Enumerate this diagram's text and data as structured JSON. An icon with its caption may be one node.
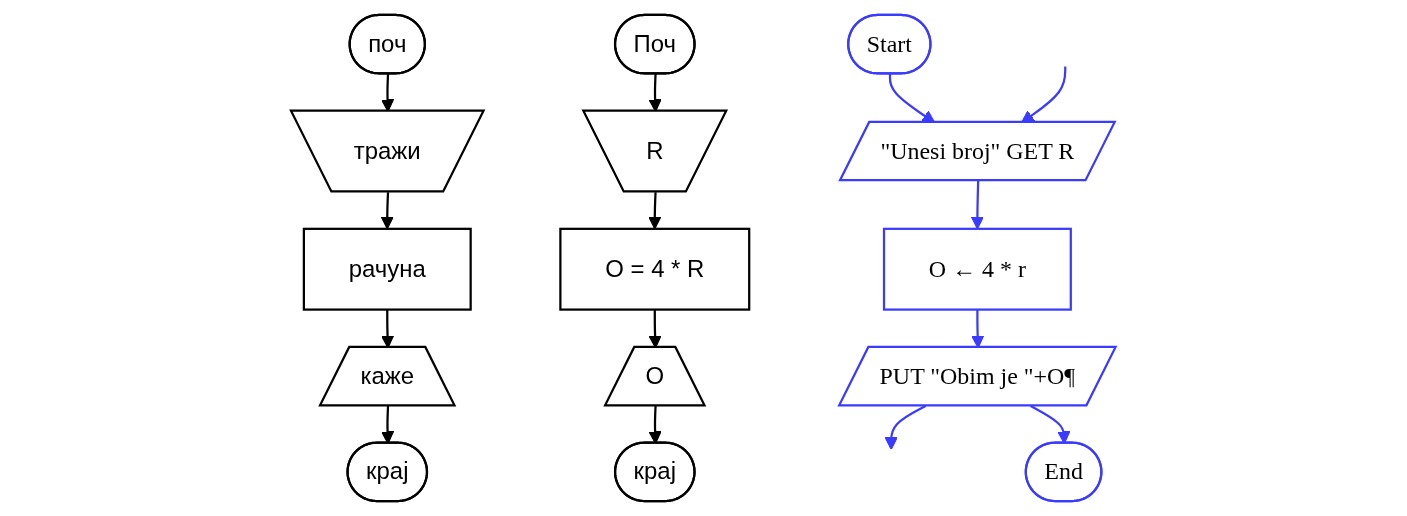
{
  "diagram": {
    "nodes": [
      {
        "text": [
          "поч"
        ]
      },
      {
        "text": [
          "тражи"
        ]
      },
      {
        "text": [
          "рачуна"
        ]
      },
      {
        "text": [
          "каже"
        ]
      },
      {
        "text": [
          "крај"
        ]
      },
      {
        "text": [
          "Поч"
        ]
      },
      {
        "text": [
          "R"
        ]
      },
      {
        "text": [
          "O = 4 * R"
        ]
      },
      {
        "text": [
          "O"
        ]
      },
      {
        "text": [
          "крај"
        ]
      },
      {
        "text": [
          "Start"
        ]
      },
      {
        "text": [
          "\"Unesi broj\" GET R"
        ]
      },
      {
        "text": [
          "O ← 4 * r"
        ]
      },
      {
        "text": [
          "PUT \"Obim je \"+O¶"
        ]
      },
      {
        "text": [
          "End"
        ]
      }
    ],
    "edges": [
      {
        "from": 0,
        "to": 1,
        "arrow": "to"
      },
      {
        "from": 1,
        "to": 2,
        "arrow": "to"
      },
      {
        "from": 2,
        "to": 3,
        "arrow": "to"
      },
      {
        "from": 3,
        "to": 4,
        "arrow": "to"
      },
      {
        "from": 5,
        "to": 6,
        "arrow": "to"
      },
      {
        "from": 6,
        "to": 7,
        "arrow": "to"
      },
      {
        "from": 7,
        "to": 8,
        "arrow": "to"
      },
      {
        "from": 8,
        "to": 9,
        "arrow": "to"
      },
      {
        "from": 10,
        "to": 11,
        "arrow": "to",
        "color": "#3b3bff"
      },
      {
        "from": null,
        "to": 11,
        "arrow": "to",
        "color": "#3b3bff"
      },
      {
        "from": 11,
        "to": 12,
        "arrow": "to",
        "color": "#3b3bff"
      },
      {
        "from": 12,
        "to": 13,
        "arrow": "to",
        "color": "#3b3bff"
      },
      {
        "from": 13,
        "to": null,
        "arrow": "to",
        "color": "#3b3bff"
      },
      {
        "from": 13,
        "to": 14,
        "arrow": "to",
        "color": "#3b3bff"
      }
    ]
  }
}
